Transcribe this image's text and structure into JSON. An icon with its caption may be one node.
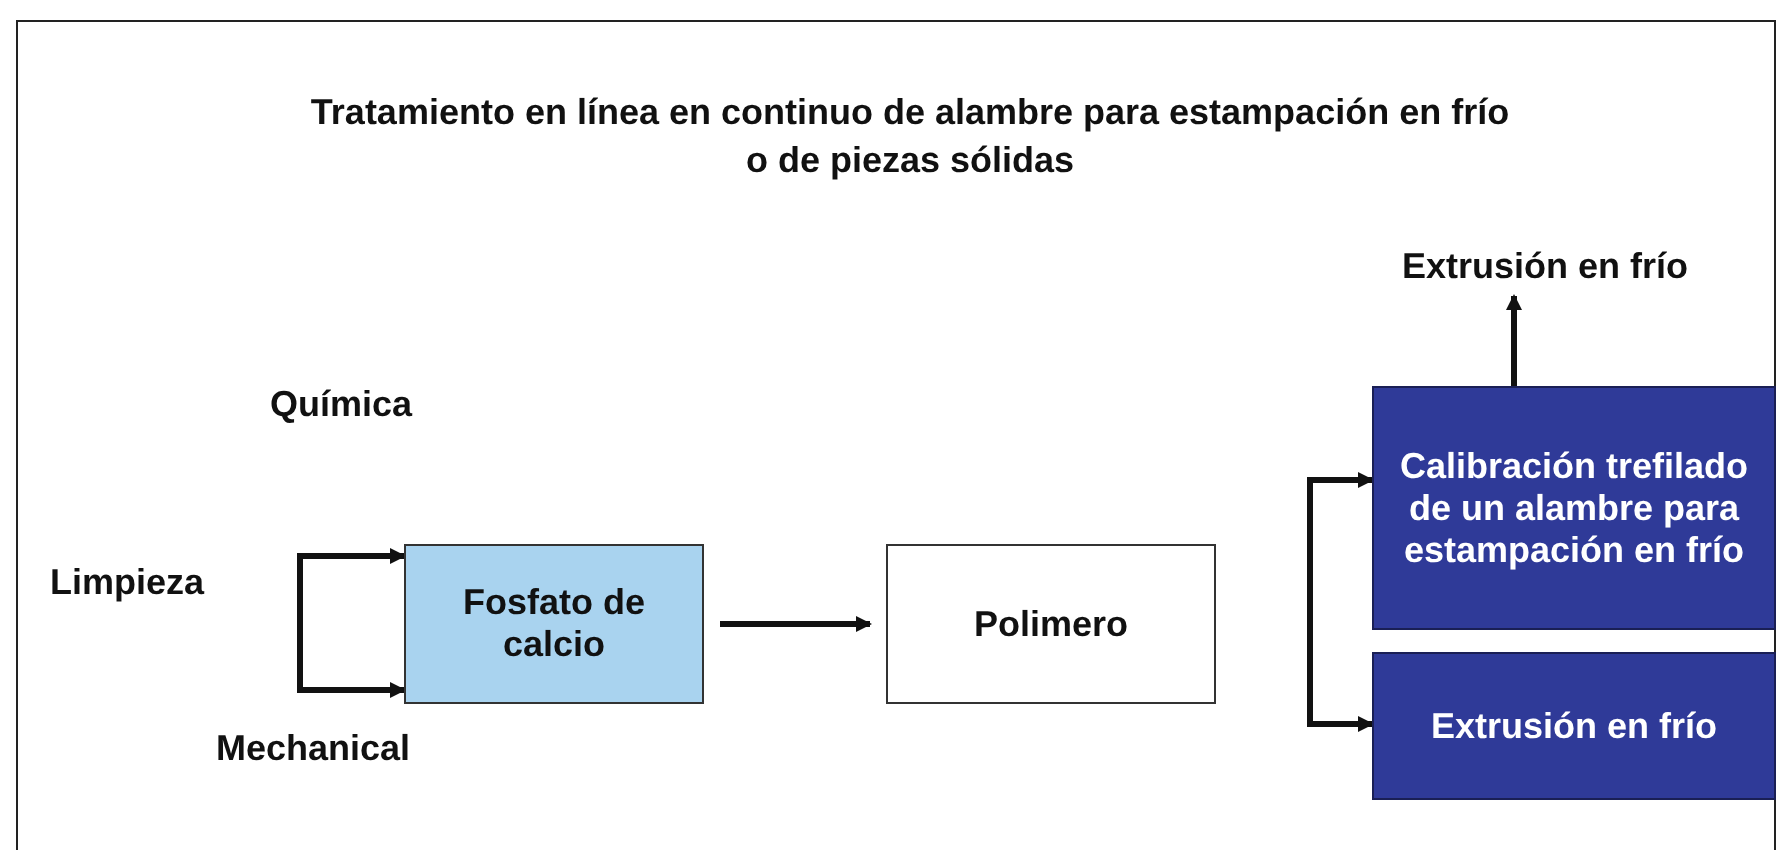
{
  "diagram": {
    "title": "Tratamiento en línea en continuo de alambre para estampación en frío o de piezas sólidas",
    "nodes": [
      {
        "text": [
          "Extrusión en frío"
        ]
      },
      {
        "text": [
          "Fosfato de calcio"
        ]
      },
      {
        "text": [
          "Polimero"
        ]
      },
      {
        "text": [
          "Calibración trefilado de un alambre para estampación en frío"
        ]
      },
      {
        "text": [
          "Extrusión en frío"
        ]
      }
    ],
    "edges": [
      {
        "from": null,
        "to": 1,
        "arrow": "to"
      },
      {
        "from": null,
        "to": 1,
        "arrow": "to"
      },
      {
        "from": 1,
        "to": 2,
        "arrow": "to"
      },
      {
        "from": null,
        "to": 3,
        "arrow": "to"
      },
      {
        "from": null,
        "to": 4,
        "arrow": "to"
      },
      {
        "from": 3,
        "to": 0,
        "arrow": "to"
      }
    ],
    "labels": [
      "Química",
      "Limpieza",
      "Mechanical"
    ]
  }
}
